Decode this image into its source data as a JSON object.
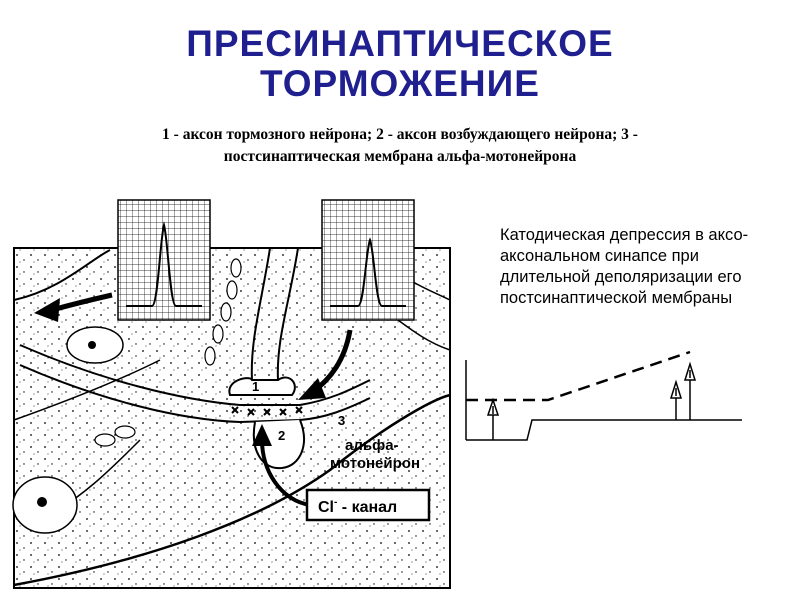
{
  "title": {
    "line1": "ПРЕСИНАПТИЧЕСКОЕ",
    "line2": "ТОРМОЖЕНИЕ"
  },
  "caption": {
    "line1": "1 - аксон тормозного нейрона;  2 - аксон возбуждающего нейрона; 3 -",
    "line2": "постсинаптическая мембрана альфа-мотонейрона"
  },
  "diagram": {
    "label_1": "1",
    "label_2": "2",
    "label_3": "3",
    "neuron_label_line1": "альфа-",
    "neuron_label_line2": "мотонейрон",
    "channel_label": "Cl",
    "channel_superscript": "-",
    "channel_label_rest": " - канал"
  },
  "note": "Катодическая депрессия в аксо-аксональном синапсе при длительной деполяризации его постсинаптической мембраны",
  "colors": {
    "title": "#1f1f8f",
    "ink": "#000000"
  }
}
